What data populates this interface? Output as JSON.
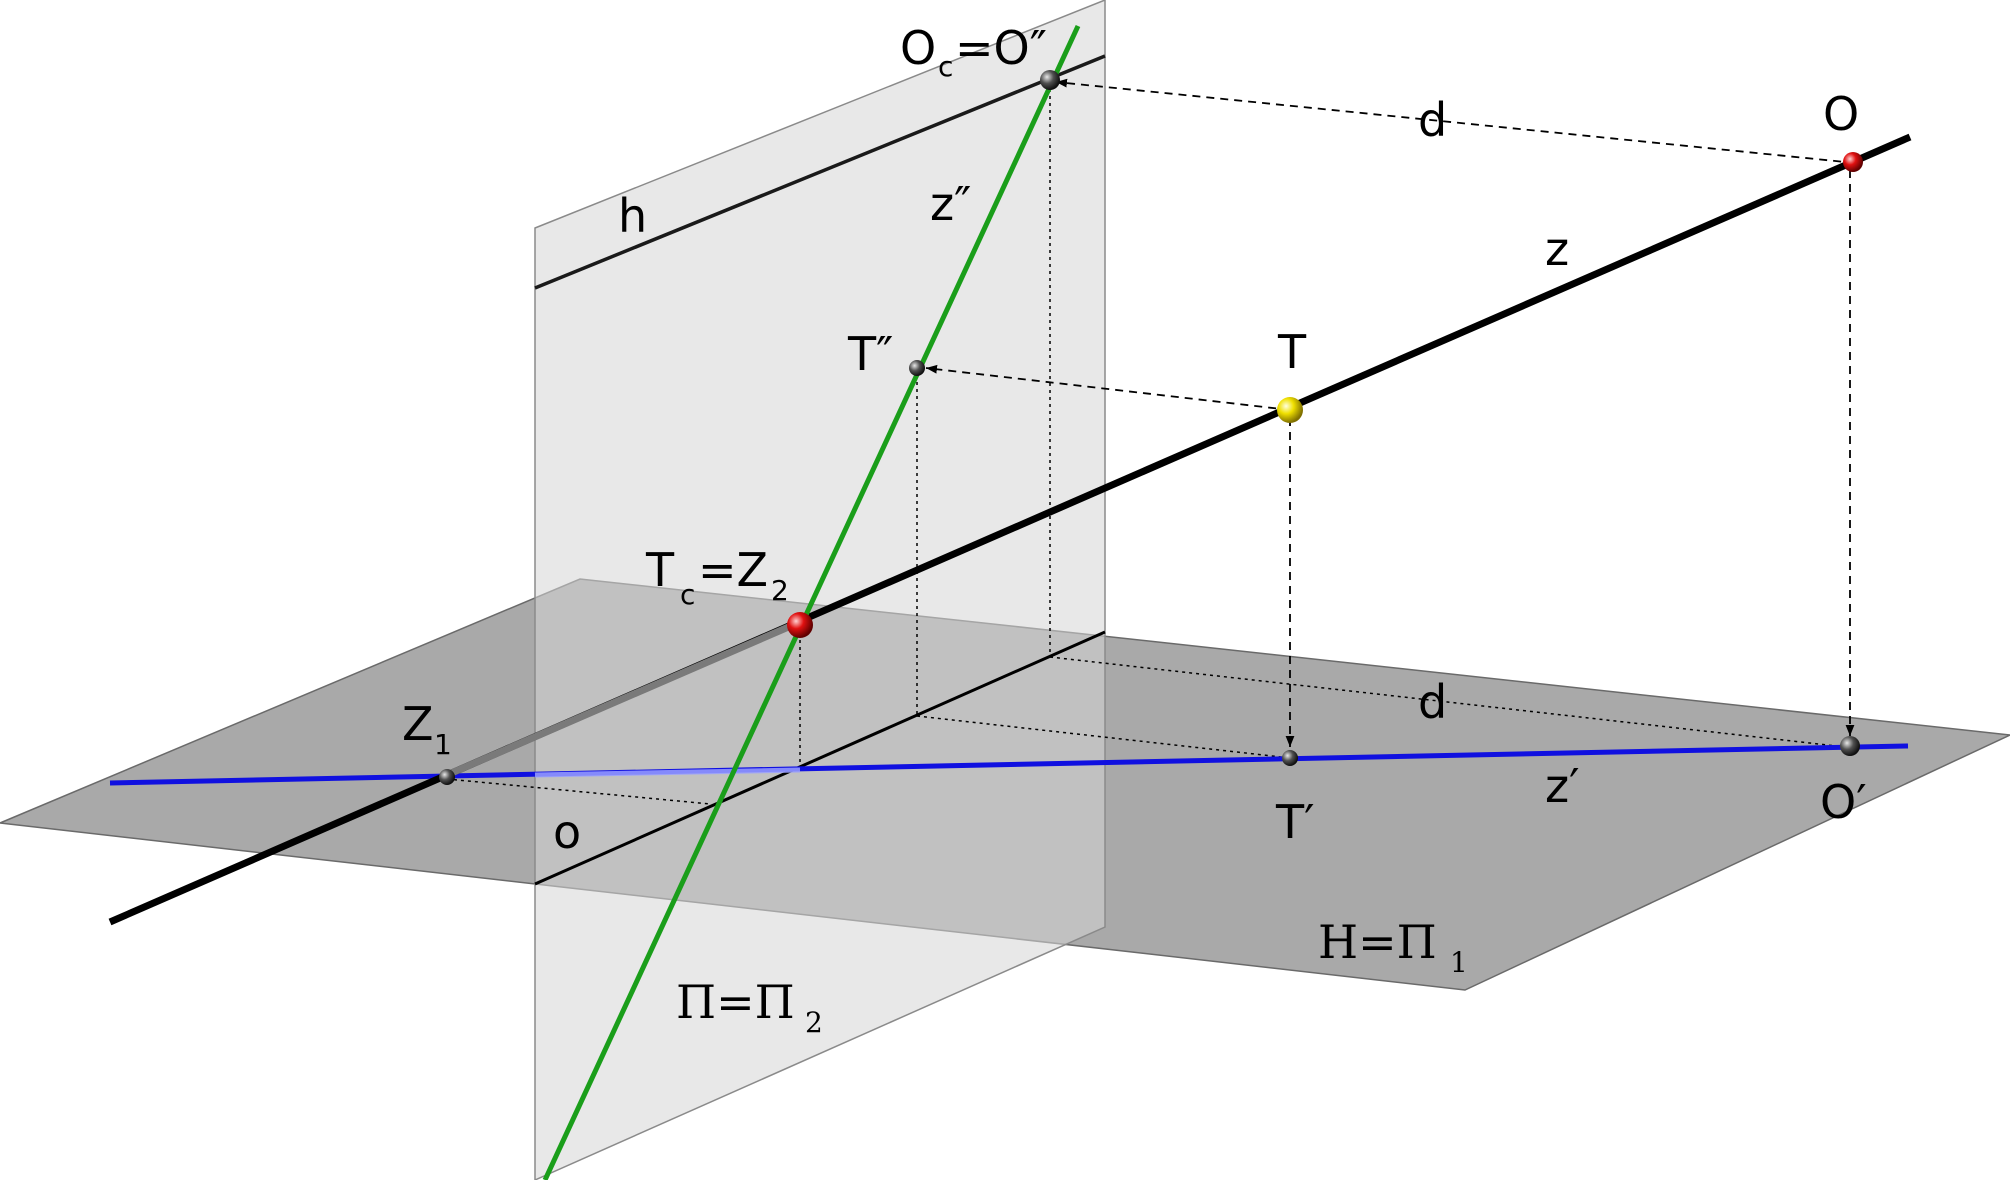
{
  "colors": {
    "horizontal_plane": "#9a9a9a",
    "vertical_plane": "#d6d6d6",
    "line_z": "#000000",
    "line_z_double_prime": "#1a9e1a",
    "line_z_prime": "#1010e0",
    "point_red": "#e01010",
    "point_yellow": "#f0e000",
    "point_gray": "#404040"
  },
  "labels": {
    "O": "O",
    "Oc_main": "O",
    "Oc_sub": "c",
    "Oc_rest": "=O″",
    "h": "h",
    "z_double_prime": "z″",
    "z": "z",
    "d_top": "d",
    "d_bottom": "d",
    "T": "T",
    "T_double_prime": "T″",
    "Tc_main": "T",
    "Tc_sub": "c",
    "Tc_mid": "=Z",
    "Tc_sub2": "2",
    "Z1_main": "Z",
    "Z1_sub": "1",
    "o": "o",
    "T_prime": "T′",
    "z_prime": "z′",
    "O_prime": "O′",
    "H_main": "H=Π",
    "H_sub": "1",
    "Pi_main": "Π=Π",
    "Pi_sub": "2"
  }
}
